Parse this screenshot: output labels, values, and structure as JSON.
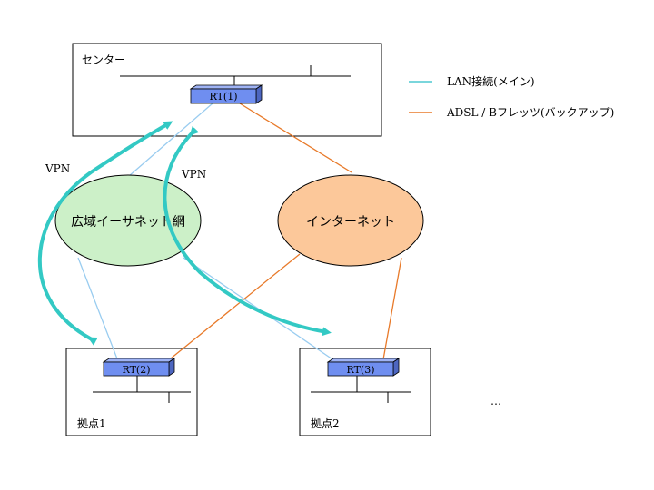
{
  "center": {
    "label": "センター",
    "router": "RT(1)"
  },
  "sites": [
    {
      "label": "拠点1",
      "router": "RT(2)"
    },
    {
      "label": "拠点2",
      "router": "RT(3)"
    }
  ],
  "networks": {
    "wide_area": "広域イーサネット網",
    "internet": "インターネット"
  },
  "vpn_labels": [
    "VPN",
    "VPN"
  ],
  "legend": [
    {
      "label": "LAN接続(メイン)",
      "color": "#4fc8d0"
    },
    {
      "label": "ADSL / Bフレッツ(バックアップ)",
      "color": "#e87a2a"
    }
  ],
  "ellipsis": "…",
  "colors": {
    "lan_line": "#99ccf0",
    "backup_line": "#e87a2a",
    "vpn_arrow": "#33c9c4",
    "wide_area_fill": "#ccf0c8",
    "internet_fill": "#fcc89a",
    "router_fill": "#6f8ef0"
  }
}
